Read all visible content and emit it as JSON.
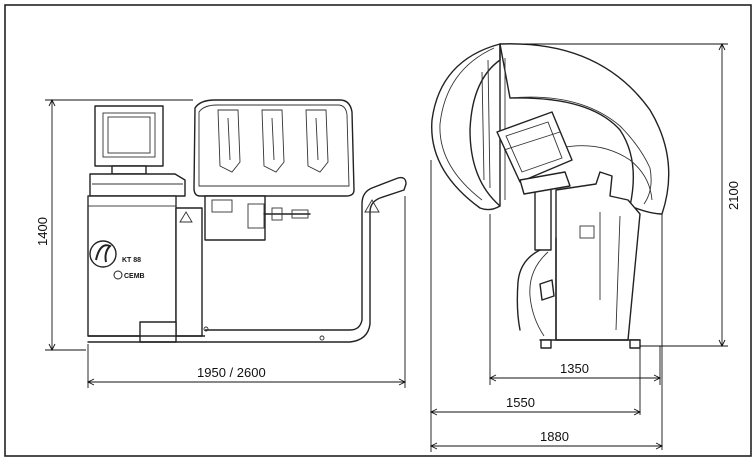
{
  "dimensions": {
    "front_width": "1950 / 2600",
    "front_height": "1400",
    "side_height": "2100",
    "side_depth_1": "1350",
    "side_depth_2": "1550",
    "side_depth_3": "1880"
  },
  "machine": {
    "model_label": "KT 88",
    "brand_label": "CEMB"
  }
}
